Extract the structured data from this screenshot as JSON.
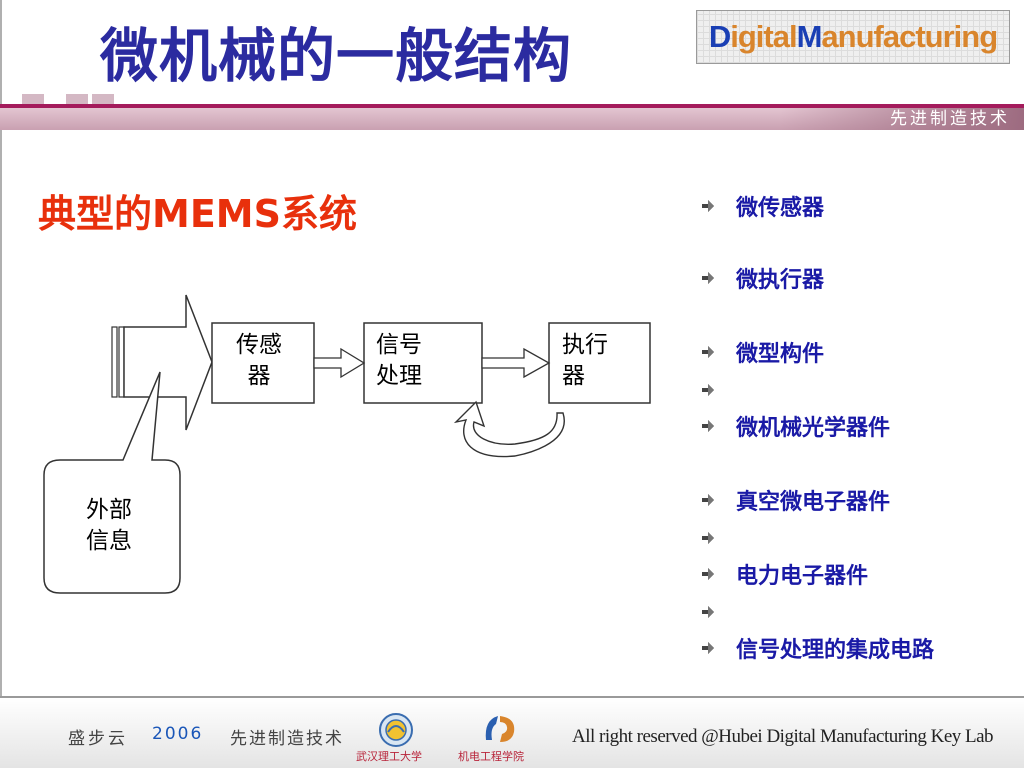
{
  "slide": {
    "title": "微机械的一般结构",
    "header_subtitle": "先进制造技术",
    "logo": {
      "letter_d": "D",
      "text_igital": "igital ",
      "letter_m": "M",
      "text_anufacturing": "anufacturing"
    },
    "section_title": "典型的MEMS系统"
  },
  "diagram": {
    "external_info": [
      "外部",
      "信息"
    ],
    "sensor": [
      "传感",
      "器"
    ],
    "signal_processing": [
      "信号",
      "处理"
    ],
    "actuator": [
      "执行",
      "器"
    ]
  },
  "feature_list": {
    "items": [
      {
        "text": "微传感器"
      },
      {
        "text": "微执行器"
      },
      {
        "text": "微型构件"
      },
      {
        "text": ""
      },
      {
        "text": "微机械光学器件"
      },
      {
        "text": "真空微电子器件"
      },
      {
        "text": ""
      },
      {
        "text": "电力电子器件"
      },
      {
        "text": ""
      },
      {
        "text": "信号处理的集成电路"
      }
    ],
    "bullet_icon": "arrow-right-bullet-icon"
  },
  "footer": {
    "author": "盛步云",
    "year": "2006",
    "course": "先进制造技术",
    "university": "武汉理工大学",
    "school": "机电工程学院",
    "rights": "All right reserved @Hubei Digital Manufacturing Key Lab"
  },
  "colors": {
    "title": "#2b2ba0",
    "section_title": "#e8300c",
    "list_text": "#1a1aa6",
    "header_bar": "#a41b5c"
  }
}
